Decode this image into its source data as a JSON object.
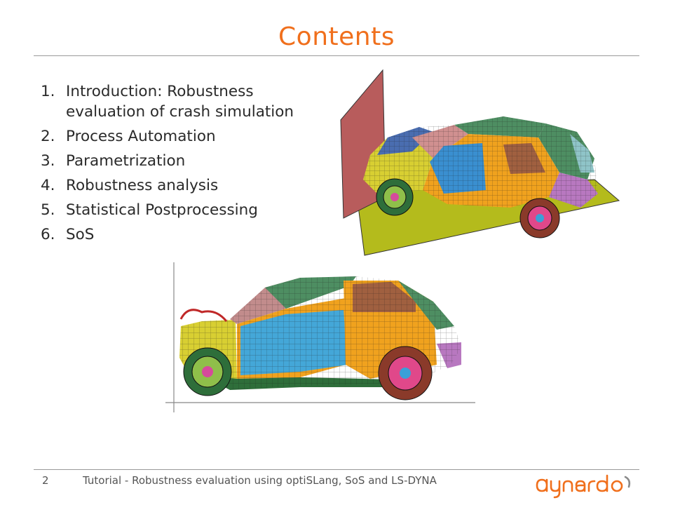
{
  "slide": {
    "title": "Contents",
    "agenda": [
      {
        "number": "1.",
        "text": "Introduction: Robustness evaluation of crash simulation"
      },
      {
        "number": "2.",
        "text": "Process Automation"
      },
      {
        "number": "3.",
        "text": "Parametrization"
      },
      {
        "number": "4.",
        "text": "Robustness analysis"
      },
      {
        "number": "5.",
        "text": "Statistical Postprocessing"
      },
      {
        "number": "6.",
        "text": "SoS"
      }
    ]
  },
  "footer": {
    "page_number": "2",
    "text": "Tutorial - Robustness evaluation using optiSLang, SoS and LS-DYNA",
    "logo_text": "dynardo"
  },
  "colors": {
    "accent": "#f06f1c",
    "rule": "#9a9a9a"
  },
  "figures": {
    "top": "car-crash-mesh-before-impact",
    "bottom": "car-crash-mesh-deformed"
  }
}
